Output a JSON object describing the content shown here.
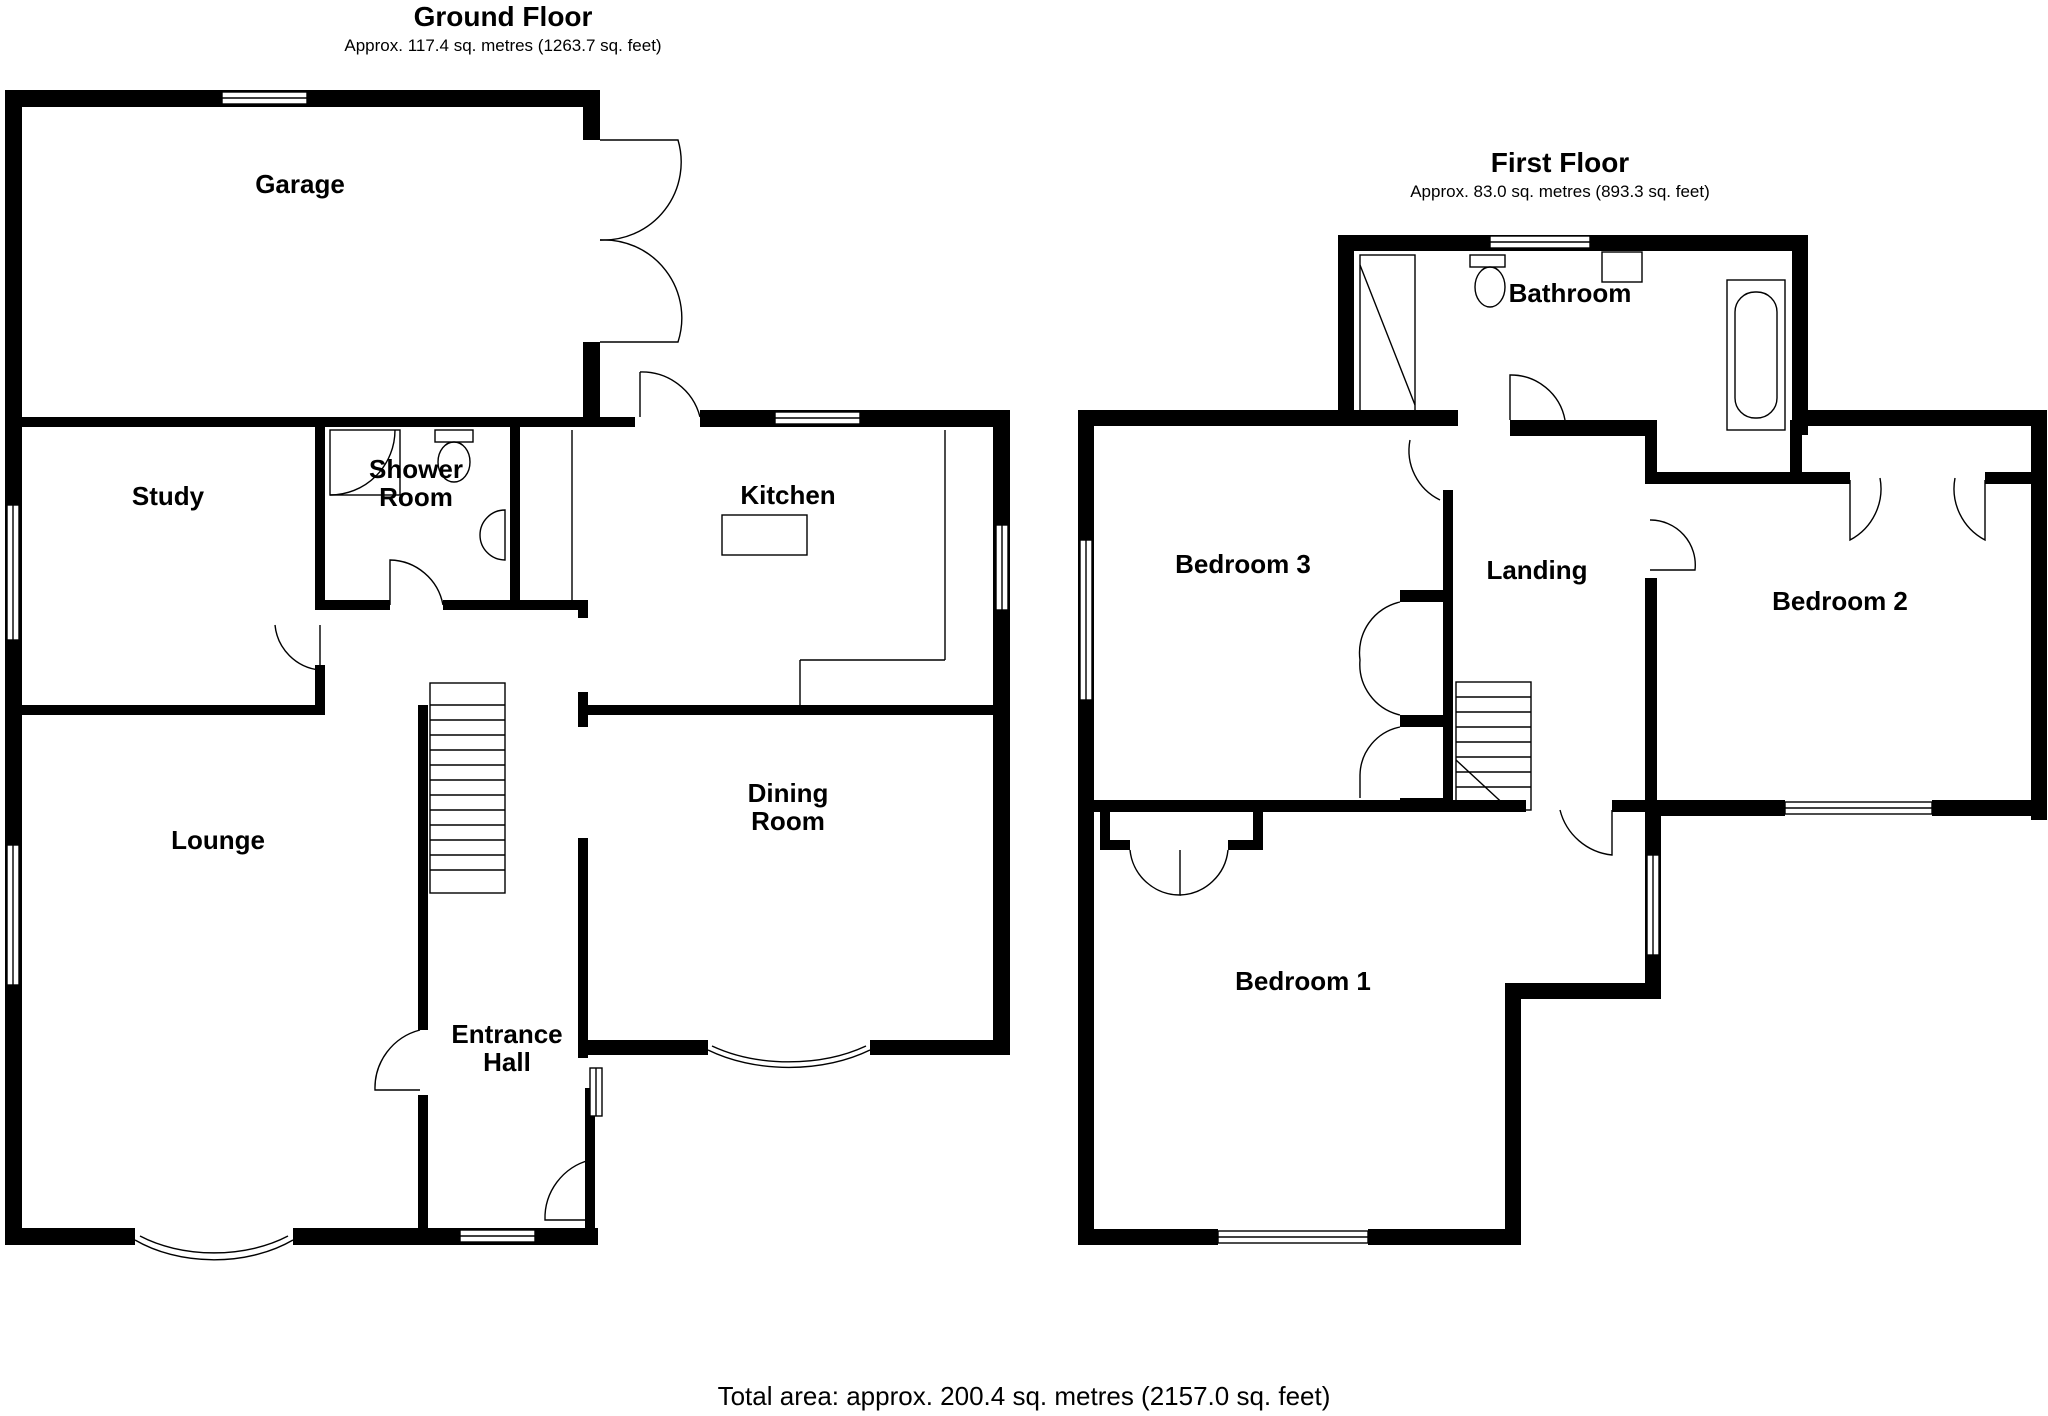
{
  "ground_floor": {
    "title": "Ground Floor",
    "area": "Approx. 117.4 sq. metres (1263.7 sq. feet)",
    "rooms": {
      "garage": "Garage",
      "study": "Study",
      "shower_room": [
        "Shower",
        "Room"
      ],
      "kitchen": "Kitchen",
      "lounge": "Lounge",
      "dining_room": [
        "Dining",
        "Room"
      ],
      "entrance_hall": [
        "Entrance",
        "Hall"
      ]
    }
  },
  "first_floor": {
    "title": "First Floor",
    "area": "Approx. 83.0 sq. metres (893.3 sq. feet)",
    "rooms": {
      "bathroom": "Bathroom",
      "bedroom3": "Bedroom 3",
      "landing": "Landing",
      "bedroom2": "Bedroom 2",
      "bedroom1": "Bedroom 1"
    }
  },
  "total_area": "Total area: approx. 200.4 sq. metres (2157.0 sq. feet)"
}
